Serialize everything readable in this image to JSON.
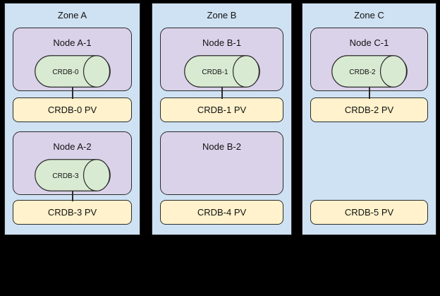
{
  "diagram": {
    "background": "#000000",
    "shape_names": {
      "pod_shape": "horizontal-cylinder-icon",
      "pv_shape": "rounded-rectangle",
      "node_shape": "rounded-rectangle",
      "zone_shape": "rectangle"
    },
    "colors": {
      "zone_fill": "#cfe2f3",
      "node_fill": "#d9d2e9",
      "pod_fill": "#d9ead3",
      "pv_fill": "#fff2cc",
      "border": "#2b2b2b",
      "text": "#111111"
    }
  },
  "zones": [
    {
      "label": "Zone A",
      "groups": [
        {
          "node": "Node A-1",
          "pod": "CRDB-0",
          "pv": "CRDB-0 PV",
          "connected": true
        },
        {
          "node": "Node A-2",
          "pod": "CRDB-3",
          "pv": "CRDB-3 PV",
          "connected": true
        }
      ]
    },
    {
      "label": "Zone B",
      "groups": [
        {
          "node": "Node B-1",
          "pod": "CRDB-1",
          "pv": "CRDB-1 PV",
          "connected": true
        },
        {
          "node": "Node B-2",
          "pod": null,
          "pv": "CRDB-4 PV",
          "connected": false
        }
      ]
    },
    {
      "label": "Zone C",
      "groups": [
        {
          "node": "Node C-1",
          "pod": "CRDB-2",
          "pv": "CRDB-2 PV",
          "connected": true
        },
        {
          "node": null,
          "pod": null,
          "pv": "CRDB-5 PV",
          "connected": false
        }
      ]
    }
  ]
}
